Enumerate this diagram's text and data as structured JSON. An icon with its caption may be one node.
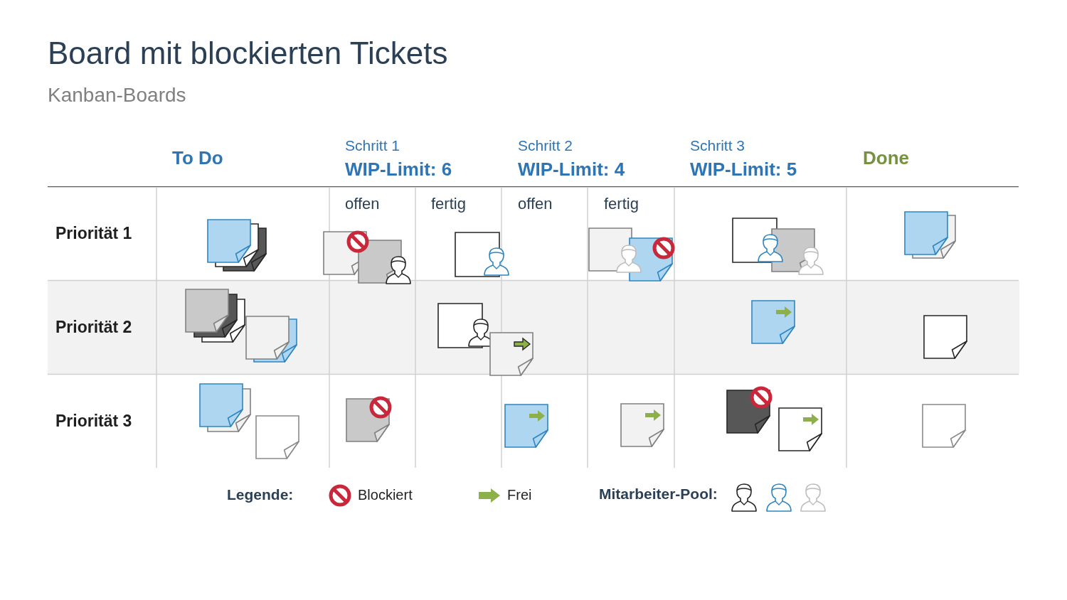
{
  "diagram": {
    "title": "Board mit blockierten Tickets",
    "labels": [
      "Kanban-Boards",
      "To Do",
      "Schritt 1",
      "WIP-Limit: 6",
      "Schritt 2",
      "WIP-Limit: 4",
      "Schritt 3",
      "WIP-Limit: 5",
      "Done",
      "offen",
      "fertig",
      "offen",
      "fertig",
      "Priorität 1",
      "Priorität 2",
      "Priorität 3",
      "Legende:",
      "Mitarbeiter-Pool:"
    ],
    "legend": [
      {
        "text": "Blockiert"
      },
      {
        "text": "Frei"
      }
    ]
  }
}
